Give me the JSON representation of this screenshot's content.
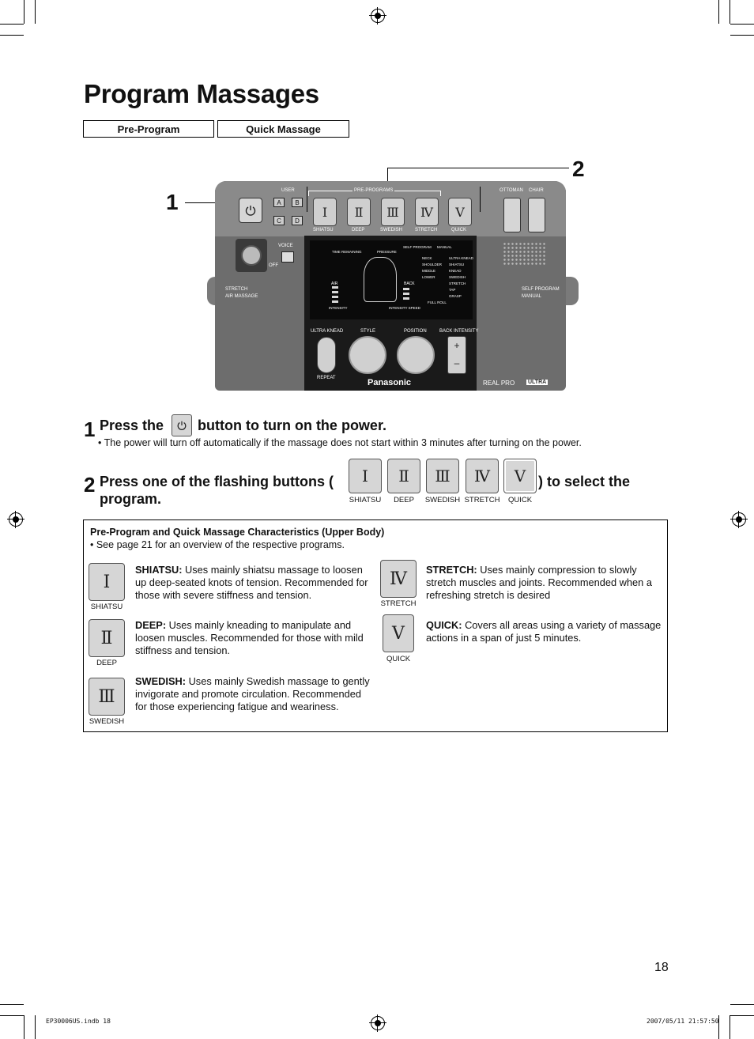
{
  "page": {
    "title": "Program Massages",
    "tabs": [
      "Pre-Program",
      "Quick Massage"
    ],
    "page_number": "18",
    "slug_left": "EP30006US.indb   18",
    "slug_right": "2007/05/11   21:57:50"
  },
  "diagram": {
    "callouts": [
      "1",
      "2"
    ],
    "labels": {
      "user": "USER",
      "pre_programs": "PRE-PROGRAMS",
      "ottoman": "OTTOMAN",
      "chair": "CHAIR",
      "voice": "VOICE",
      "off": "OFF",
      "stretch_air": "STRETCH",
      "stretch_air2": "AIR MASSAGE",
      "self_program_manual": "SELF PROGRAM",
      "self_program_manual2": "MANUAL",
      "ultra_knead": "ULTRA KNEAD",
      "style": "STYLE",
      "position": "POSITION",
      "back_intensity": "BACK INTENSITY",
      "repeat": "REPEAT",
      "brand": "Panasonic",
      "real_pro": "REAL PRO",
      "ultra": "ULTRA",
      "time_remaining": "TIME REMAINING",
      "pressure": "PRESSURE",
      "self_program": "SELF PROGRAM",
      "manual": "MANUAL",
      "air": "AIR",
      "intensity": "INTENSITY",
      "back": "BACK",
      "intensity_speed": "INTENSITY SPEED",
      "full_roll": "FULL ROLL",
      "minus": "–",
      "plus": "+"
    },
    "user_buttons": [
      "A",
      "B",
      "C",
      "D"
    ],
    "program_buttons": [
      {
        "numeral": "Ⅰ",
        "label": "SHIATSU"
      },
      {
        "numeral": "Ⅱ",
        "label": "DEEP"
      },
      {
        "numeral": "Ⅲ",
        "label": "SWEDISH"
      },
      {
        "numeral": "Ⅳ",
        "label": "STRETCH"
      },
      {
        "numeral": "Ⅴ",
        "label": "QUICK"
      }
    ],
    "lcd_left_items": [
      "NECK",
      "SHOULDER",
      "MIDDLE",
      "LOWER"
    ],
    "lcd_right_items": [
      "ULTRA KNEAD",
      "SHIATSU",
      "KNEAD",
      "SWEDISH",
      "STRETCH",
      "TAP",
      "GRASP"
    ]
  },
  "steps": [
    {
      "number": "1",
      "text_before": "Press the",
      "text_after": "button to turn on the power.",
      "note": "• The power will turn off automatically if the massage does not start within 3 minutes after turning on the power."
    },
    {
      "number": "2",
      "text_before": "Press one of the flashing buttons (",
      "text_after": ") to select the",
      "text_line2": "program."
    }
  ],
  "characteristics": {
    "title": "Pre-Program and Quick Massage Characteristics (Upper Body)",
    "note": "• See page 21 for an overview of the respective programs.",
    "items": [
      {
        "numeral": "Ⅰ",
        "label": "SHIATSU",
        "name": "SHIATSU:",
        "text": "Uses mainly shiatsu massage to loosen up deep-seated knots of tension. Recommended for those with severe stiffness and tension."
      },
      {
        "numeral": "Ⅱ",
        "label": "DEEP",
        "name": "DEEP:",
        "text": "Uses mainly kneading to manipulate and loosen muscles. Recommended for those with mild stiffness and tension."
      },
      {
        "numeral": "Ⅲ",
        "label": "SWEDISH",
        "name": "SWEDISH:",
        "text": "Uses mainly Swedish massage to gently invigorate and promote circulation. Recommended for those experiencing fatigue and weariness."
      },
      {
        "numeral": "Ⅳ",
        "label": "STRETCH",
        "name": "STRETCH:",
        "text": "Uses mainly compression to slowly stretch muscles and joints. Recommended when a refreshing stretch is desired"
      },
      {
        "numeral": "Ⅴ",
        "label": "QUICK",
        "name": "QUICK:",
        "text": "Covers all areas using a variety of massage actions in a span of just 5 minutes."
      }
    ]
  }
}
